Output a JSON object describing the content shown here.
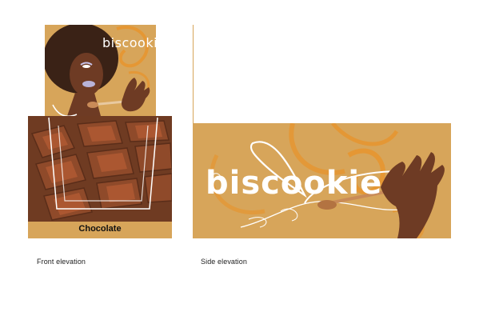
{
  "brand": {
    "name": "biscookie"
  },
  "front": {
    "label": "Chocolate",
    "caption": "Front elevation"
  },
  "side": {
    "caption": "Side elevation"
  },
  "colors": {
    "bg": "#ffffff",
    "panel": "#d7a55a",
    "panel_dark": "#c69447",
    "swirl": "#e8932a",
    "chocolate": "#6f3b22",
    "chocolate_mid": "#8f4a2a",
    "chocolate_light": "#b85d35",
    "skin": "#6e3b24",
    "hair": "#3a2216"
  }
}
